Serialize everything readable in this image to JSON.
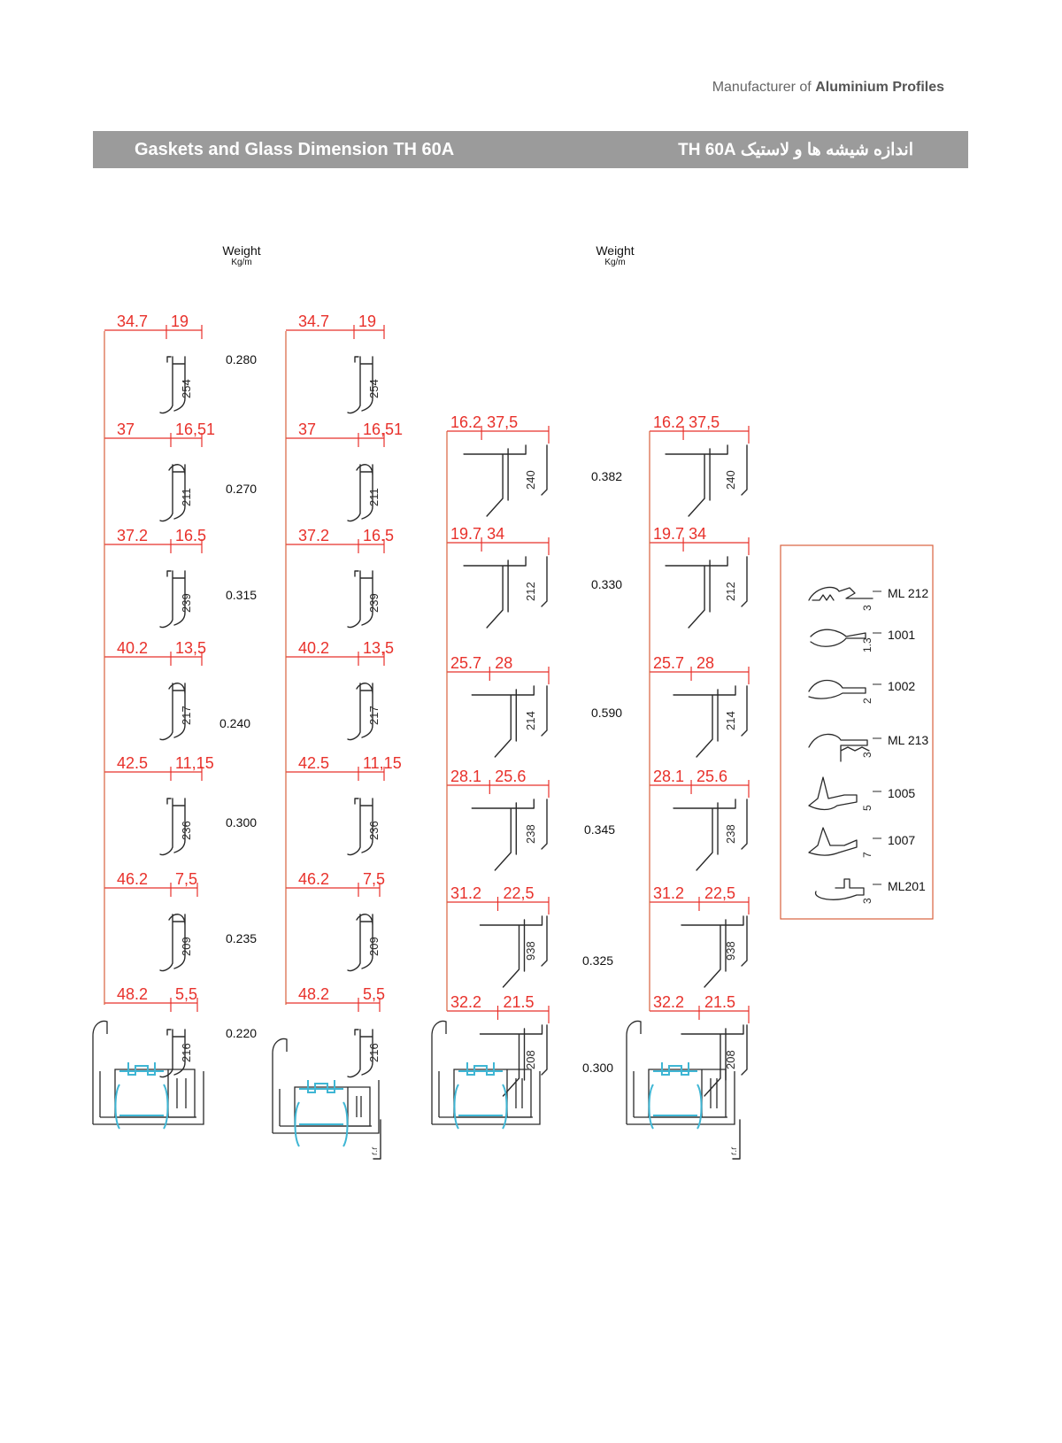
{
  "header": {
    "brand_prefix": "Manufacturer of",
    "brand_bold": "Aluminium Profiles",
    "title_en": "Gaskets and Glass Dimension TH 60A",
    "title_fa": "اندازه شیشه ها و لاستیک  TH 60A"
  },
  "weight_heading": {
    "label": "Weight",
    "unit": "Kg/m"
  },
  "left_rows": [
    {
      "d1": "34.7",
      "d2": "19",
      "code": "254",
      "weight": "0.280"
    },
    {
      "d1": "37",
      "d2": "16,51",
      "code": "211",
      "weight": "0.270"
    },
    {
      "d1": "37.2",
      "d2": "16.5",
      "code": "239",
      "weight": "0.315"
    },
    {
      "d1": "40.2",
      "d2": "13,5",
      "code": "217",
      "weight": "0.240"
    },
    {
      "d1": "42.5",
      "d2": "11,15",
      "code": "236",
      "weight": "0.300"
    },
    {
      "d1": "46.2",
      "d2": "7,5",
      "code": "209",
      "weight": "0.235"
    },
    {
      "d1": "48.2",
      "d2": "5,5",
      "code": "216",
      "weight": "0.220"
    }
  ],
  "right_rows": [
    {
      "d1": "16.2",
      "d2": "37,5",
      "code": "240",
      "weight": "0.382"
    },
    {
      "d1": "19.7",
      "d2": "34",
      "code": "212",
      "weight": "0.330"
    },
    {
      "d1": "25.7",
      "d2": "28",
      "code": "214",
      "weight": "0.590"
    },
    {
      "d1": "28.1",
      "d2": "25.6",
      "code": "238",
      "weight": "0.345"
    },
    {
      "d1": "31.2",
      "d2": "22,5",
      "code": "938",
      "weight": "0.325"
    },
    {
      "d1": "32.2",
      "d2": "21.5",
      "code": "208",
      "weight": "0.300"
    }
  ],
  "gaskets": [
    {
      "thickness": "3",
      "code": "ML 212"
    },
    {
      "thickness": "1.3",
      "code": "1001"
    },
    {
      "thickness": "2",
      "code": "1002"
    },
    {
      "thickness": "3",
      "code": "ML 213"
    },
    {
      "thickness": "5",
      "code": "1005"
    },
    {
      "thickness": "7",
      "code": "1007"
    },
    {
      "thickness": "3",
      "code": "ML201"
    }
  ],
  "sash_mark": "ɾ.ɾ",
  "colors": {
    "dimension": "#e8312b",
    "guide": "#d9613e",
    "profile": "#2a2a2a",
    "thermal_break": "#3fb6d4",
    "band": "#9b9b9b"
  }
}
